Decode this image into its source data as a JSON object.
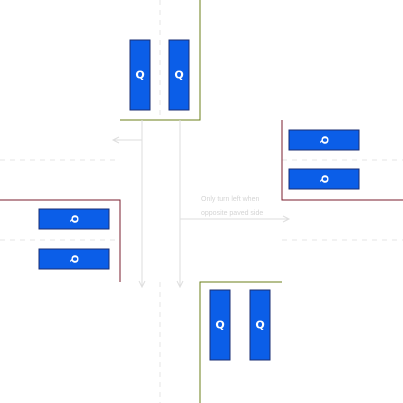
{
  "colors": {
    "car_fill": "#0b5ee8",
    "car_stroke": "#1a2e73",
    "curb_olive": "#6b7f1a",
    "curb_maroon": "#7a1e2e",
    "guide_line": "#e4e4e4",
    "arrow": "#dedede"
  },
  "car_glyph": "Q",
  "vehicles": {
    "north": {
      "heading": "south",
      "count": 2
    },
    "east": {
      "heading": "west",
      "count": 2
    },
    "south": {
      "heading": "north",
      "count": 2
    },
    "west": {
      "heading": "east",
      "count": 2
    }
  },
  "note": {
    "line1": "Only turn left when",
    "line2": "opposite paved side"
  }
}
